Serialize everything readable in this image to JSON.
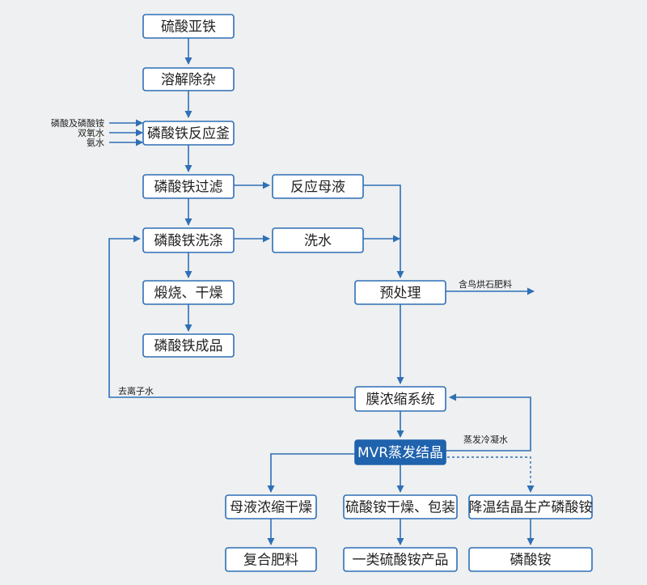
{
  "nodes": {
    "ferrous_sulfate": "硫酸亚铁",
    "dissolve": "溶解除杂",
    "reactor": "磷酸铁反应釜",
    "filter": "磷酸铁过滤",
    "mother_liquor": "反应母液",
    "washing": "磷酸铁洗涤",
    "wash_water": "洗水",
    "calcine": "煅烧、干燥",
    "pretreat": "预处理",
    "fp_product": "磷酸铁成品",
    "membrane": "膜浓缩系统",
    "mvr": "MVR蒸发结晶",
    "mother_dry": "母液浓缩干燥",
    "as_dry": "硫酸铵干燥、包装",
    "cool_cryst": "降温结晶生产磷酸铵",
    "compound_fert": "复合肥料",
    "as_product": "一类硫酸铵产品",
    "ap": "磷酸铵"
  },
  "labels": {
    "in1": "磷酸及磷酸铵",
    "in2": "双氧水",
    "in3": "氨水",
    "side_out": "含鸟烘石肥料",
    "deionized": "去离子水",
    "condensate": "蒸发冷凝水"
  },
  "colors": {
    "accent": "#2f6fb6",
    "dark_box": "#1f62ad",
    "background": "#eef0f1"
  }
}
